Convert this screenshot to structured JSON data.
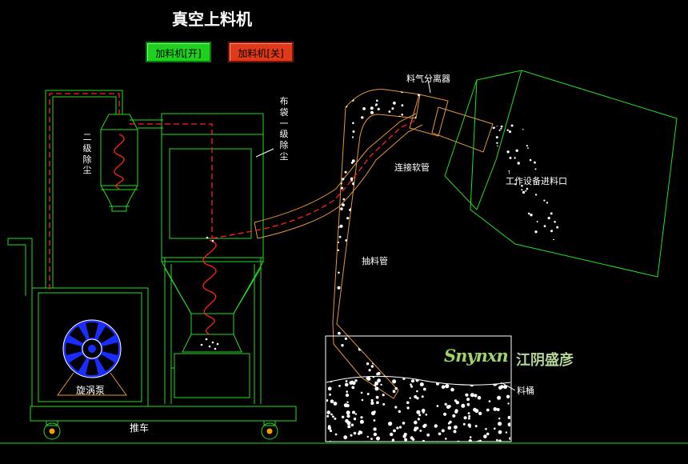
{
  "title": "真空上料机",
  "buttons": {
    "on_label": "加料机[开]",
    "off_label": "加料机[关]"
  },
  "labels": {
    "secondary_dust": "二级除尘",
    "bag_dust": "布袋一级除尘",
    "separator": "料气分离器",
    "hose": "连接软管",
    "intake_pipe": "抽料管",
    "feed_port": "工作设备进料口",
    "vortex_pump": "旋涡泵",
    "cart": "推车",
    "bucket": "料桶"
  },
  "brand": {
    "latin": "Snynxn",
    "chinese": "江阴盛彦"
  },
  "colors": {
    "frame": "#22dd22",
    "pipe": "#e0963c",
    "airflow": "#ff2020",
    "pump": "#1a2cff",
    "wheel": "#f0a000",
    "button_on": "#1fd11f",
    "button_off": "#e03a1a"
  }
}
